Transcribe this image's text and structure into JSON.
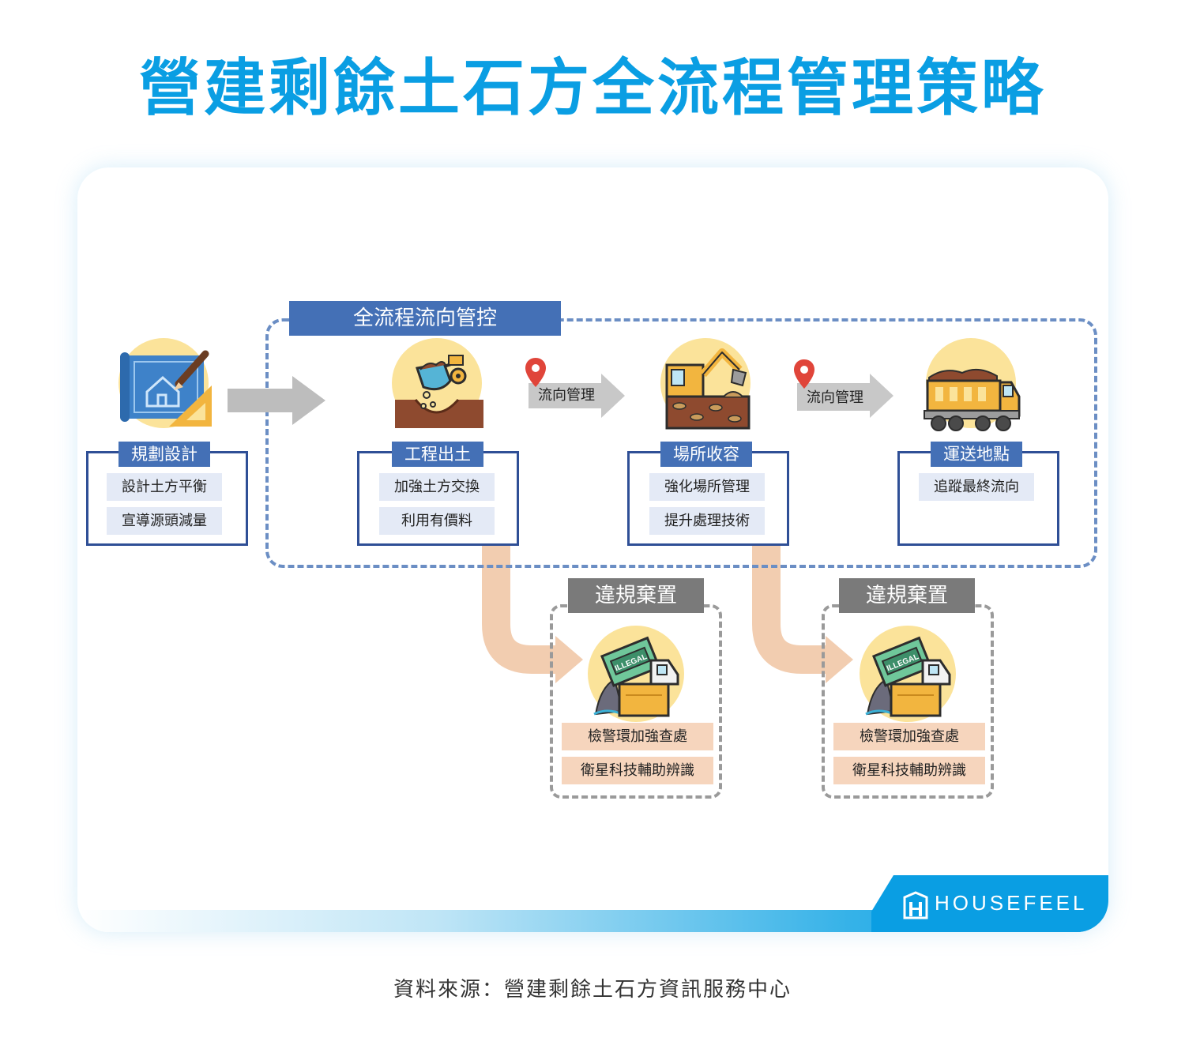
{
  "title": "營建剩餘土石方全流程管理策略",
  "brand": "HOUSEFEEL",
  "source": "資料來源：營建剩餘土石方資訊服務中心",
  "control_header": "全流程流向管控",
  "flow_label": "流向管理",
  "nodes": [
    {
      "label": "規劃設計",
      "tags": [
        "設計土方平衡",
        "宣導源頭減量"
      ]
    },
    {
      "label": "工程出土",
      "tags": [
        "加強土方交換",
        "利用有價料"
      ]
    },
    {
      "label": "場所收容",
      "tags": [
        "強化場所管理",
        "提升處理技術"
      ]
    },
    {
      "label": "運送地點",
      "tags": [
        "追蹤最終流向"
      ]
    }
  ],
  "illegal": [
    {
      "label": "違規棄置",
      "tags": [
        "檢警環加強查處",
        "衛星科技輔助辨識"
      ]
    },
    {
      "label": "違規棄置",
      "tags": [
        "檢警環加強查處",
        "衛星科技輔助辨識"
      ]
    }
  ],
  "icons": [
    "blueprint-icon",
    "excavation-icon",
    "excavator-icon",
    "dump-truck-icon",
    "illegal-dumping-icon"
  ],
  "colors": {
    "title": "#0a9ee3",
    "node_label": "#4470b6",
    "node_border": "#2f4f96",
    "tag_bg": "#e4eaf6",
    "peach": "#f6d5bd",
    "gray_tab": "#7a7a7a",
    "pin": "#e0453a"
  }
}
